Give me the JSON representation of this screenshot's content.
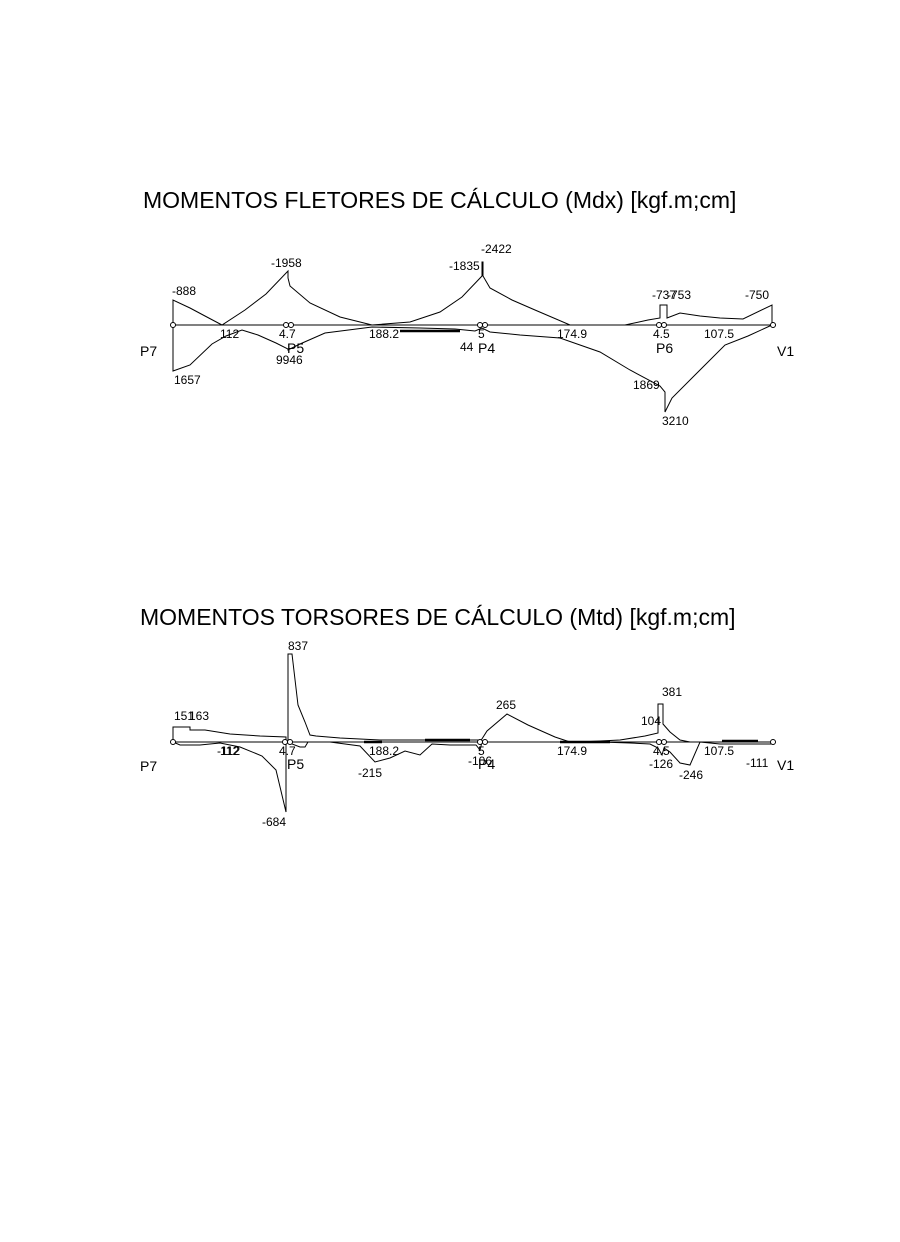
{
  "diagrams": [
    {
      "id": "mdx",
      "title": "MOMENTOS FLETORES DE CÁLCULO (Mdx) [kgf.m;cm]",
      "supports": [
        "P7",
        "P5",
        "P4",
        "P6",
        "V1"
      ],
      "span_lengths": [
        "112",
        "4.7",
        "188.2",
        "5",
        "174.9",
        "4.5",
        "107.5"
      ],
      "value_labels": [
        "-888",
        "1657",
        "-1958",
        "9946",
        "-1835",
        "-2422",
        "44",
        "-737",
        "-753",
        "-750",
        "1869",
        "3210"
      ]
    },
    {
      "id": "mtd",
      "title": "MOMENTOS TORSORES DE CÁLCULO (Mtd) [kgf.m;cm]",
      "supports": [
        "P7",
        "P5",
        "P4",
        "V1"
      ],
      "span_lengths": [
        "112",
        "4.7",
        "188.2",
        "5",
        "174.9",
        "4.5",
        "107.5"
      ],
      "value_labels": [
        "151",
        "163",
        "-112",
        "837",
        "-684",
        "-215",
        "265",
        "-106",
        "381",
        "104",
        "-126",
        "-246",
        "-111"
      ]
    }
  ]
}
